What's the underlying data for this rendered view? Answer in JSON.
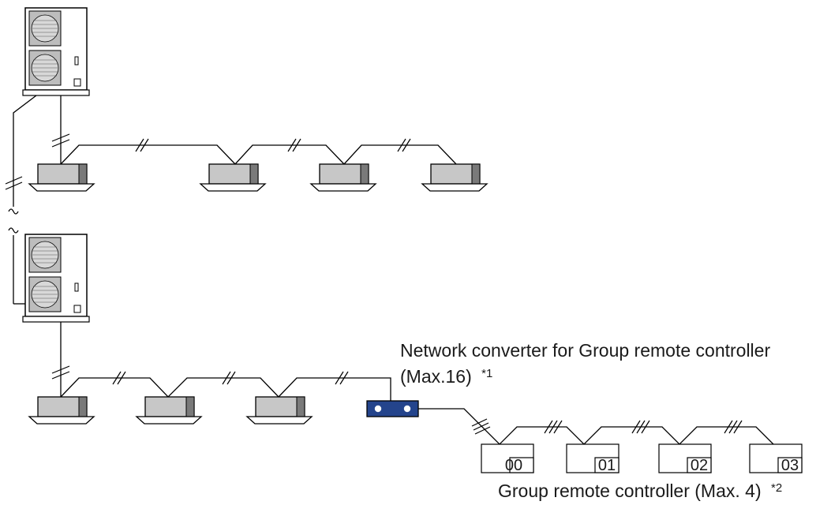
{
  "diagram": {
    "outdoor_units": [
      {
        "icon": "outdoor-unit-icon"
      },
      {
        "icon": "outdoor-unit-icon"
      }
    ],
    "network_converter": {
      "icon": "network-converter-icon",
      "label_line1": "Network converter for Group remote controller",
      "label_line2": "(Max.16)",
      "note": "*1"
    },
    "group_remote_controllers": {
      "label": "Group remote controller (Max. 4)",
      "note": "*2",
      "addresses": [
        "00",
        "01",
        "02",
        "03"
      ]
    },
    "colors": {
      "line": "#000000",
      "converter": "#24448c",
      "unit_face": "#c7c7c7",
      "unit_dark": "#7a7a7a"
    }
  }
}
